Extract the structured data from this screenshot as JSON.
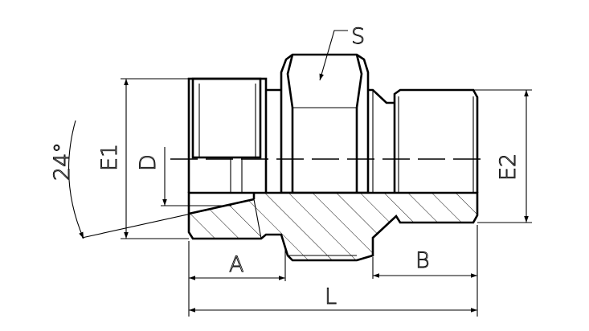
{
  "drawing": {
    "labels": {
      "hex_size": "S",
      "thread_diameter_1": "E1",
      "bore_diameter": "D",
      "thread_diameter_2": "E2",
      "length_a": "A",
      "length_b": "B",
      "overall_length": "L",
      "angle": "24°"
    },
    "colors": {
      "line": "#000000",
      "background": "#ffffff"
    }
  }
}
